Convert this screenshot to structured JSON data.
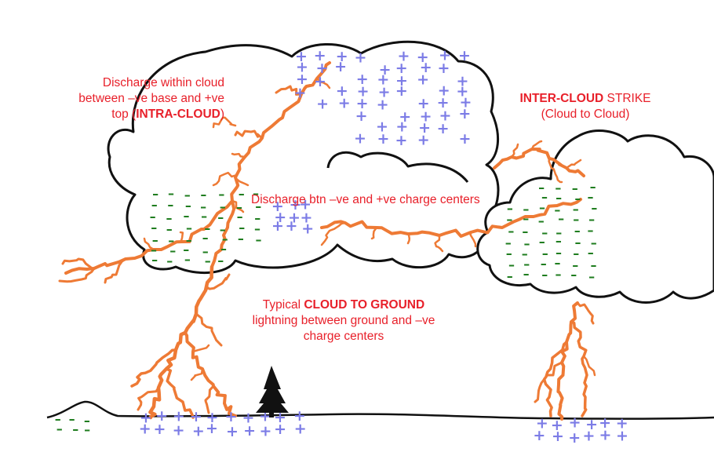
{
  "colors": {
    "label_text": "#e8202a",
    "lightning": "#ee7a35",
    "positive_charge": "#7c7ce6",
    "negative_charge": "#1f7d1f",
    "outline": "#111111",
    "background": "#ffffff"
  },
  "labels": {
    "intra_cloud": {
      "line1": "Discharge within cloud",
      "line2": "between –ve base and +ve",
      "line3_pre": "top (",
      "line3_bold": "INTRA-CLOUD",
      "line3_post": ")"
    },
    "inter_cloud": {
      "bold": "INTER-CLOUD",
      "rest": " STRIKE",
      "line2": "(Cloud to Cloud)"
    },
    "charge_centers": {
      "text": "Discharge btn –ve and +ve charge centers"
    },
    "cloud_to_ground": {
      "pre": "Typical ",
      "bold": "CLOUD TO GROUND",
      "line2": "lightning between ground and –ve",
      "line3": "charge centers"
    }
  },
  "charge_symbols": {
    "positive": "+",
    "negative": "–"
  },
  "icons": {
    "tree": "tree-icon"
  }
}
